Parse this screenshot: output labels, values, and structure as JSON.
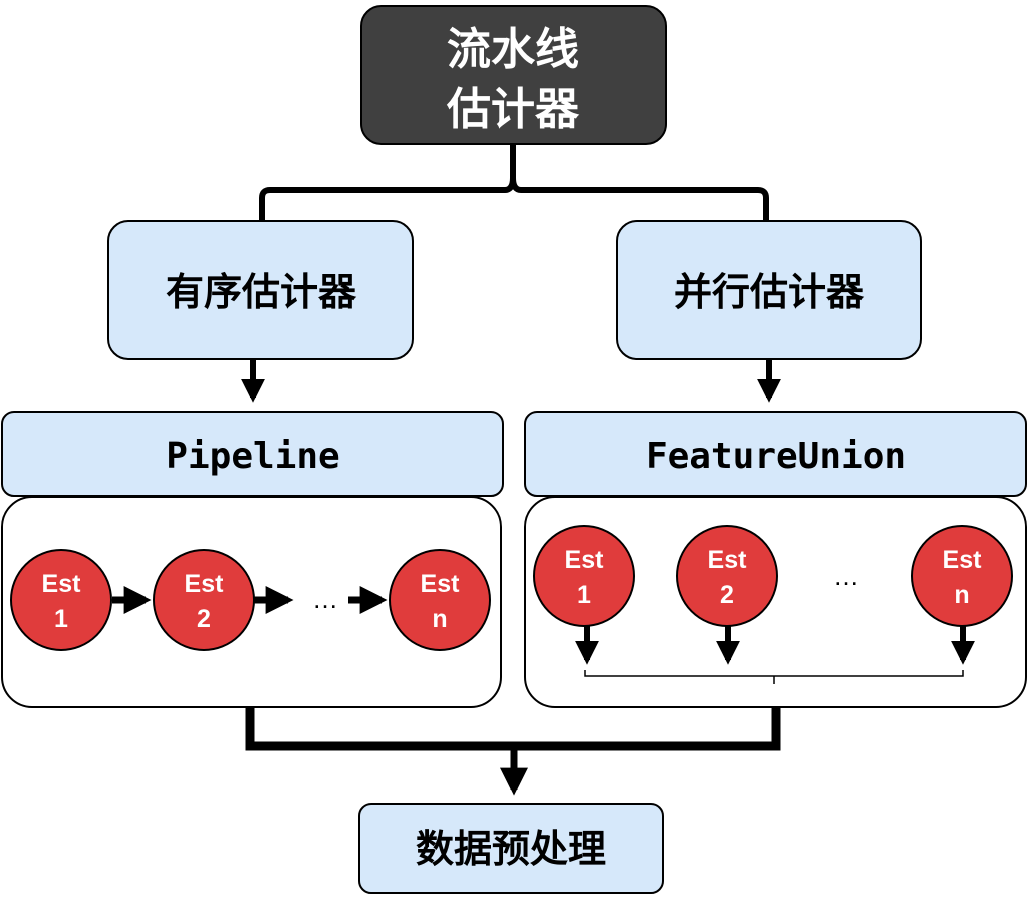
{
  "root": {
    "line1": "流水线",
    "line2": "估计器",
    "fill": "#404040"
  },
  "sequential": {
    "label": "有序估计器"
  },
  "parallel": {
    "label": "并行估计器"
  },
  "pipeline": {
    "label": "Pipeline",
    "estimators": [
      {
        "line1": "Est",
        "line2": "1"
      },
      {
        "line1": "Est",
        "line2": "2"
      },
      {
        "line1": "Est",
        "line2": "n"
      }
    ],
    "ellipsis": "…"
  },
  "feature_union": {
    "label": "FeatureUnion",
    "estimators": [
      {
        "line1": "Est",
        "line2": "1"
      },
      {
        "line1": "Est",
        "line2": "2"
      },
      {
        "line1": "Est",
        "line2": "n"
      }
    ],
    "ellipsis": "…"
  },
  "preprocess": {
    "label": "数据预处理"
  },
  "colors": {
    "light_box": "#d6e8fa",
    "estimator": "#e03c3c",
    "stroke": "#000000"
  }
}
